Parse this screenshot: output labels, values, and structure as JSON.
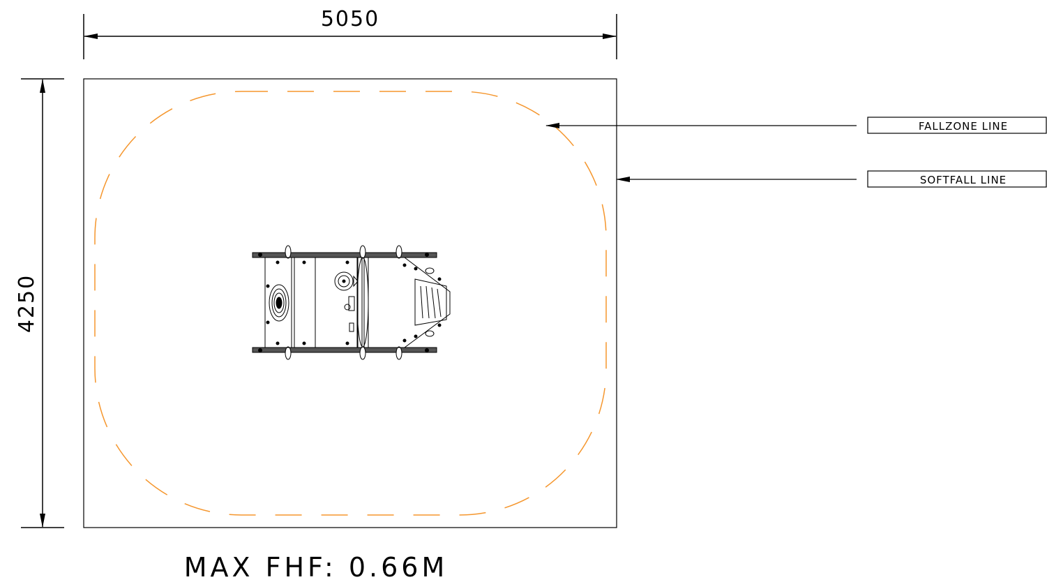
{
  "dimensions": {
    "width_label": "5050",
    "height_label": "4250"
  },
  "callouts": {
    "fallzone_label": "FALLZONE LINE",
    "softfall_label": "SOFTFALL LINE"
  },
  "footer": {
    "max_fhf": "MAX FHF: 0.66M"
  },
  "colors": {
    "line": "#000000",
    "fallzone": "#f5962d",
    "background": "#ffffff"
  }
}
